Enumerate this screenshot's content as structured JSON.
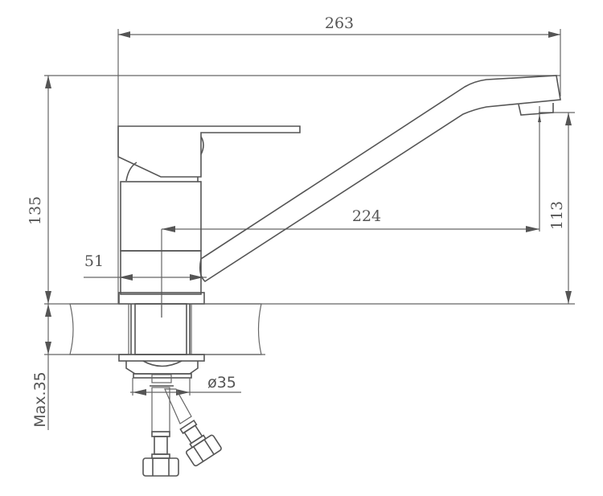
{
  "drawing": {
    "subject": "single-lever kitchen faucet side elevation",
    "line_color": "#555555",
    "background": "#ffffff"
  },
  "dimensions": {
    "overall_length": "263",
    "overall_height": "135",
    "spout_reach": "224",
    "spout_height": "113",
    "body_width": "51",
    "countertop_thickness": "Max.35",
    "mounting_hole_diameter": "ø35"
  }
}
